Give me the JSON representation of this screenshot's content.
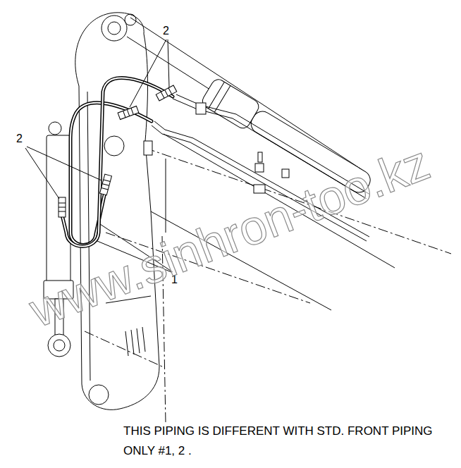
{
  "diagram": {
    "labels": [
      "2",
      "2",
      "1",
      "THIS PIPING IS DIFFERENT WITH STD. FRONT PIPING ONLY #1, 2 .",
      "www.sinhron-too.kz"
    ]
  }
}
